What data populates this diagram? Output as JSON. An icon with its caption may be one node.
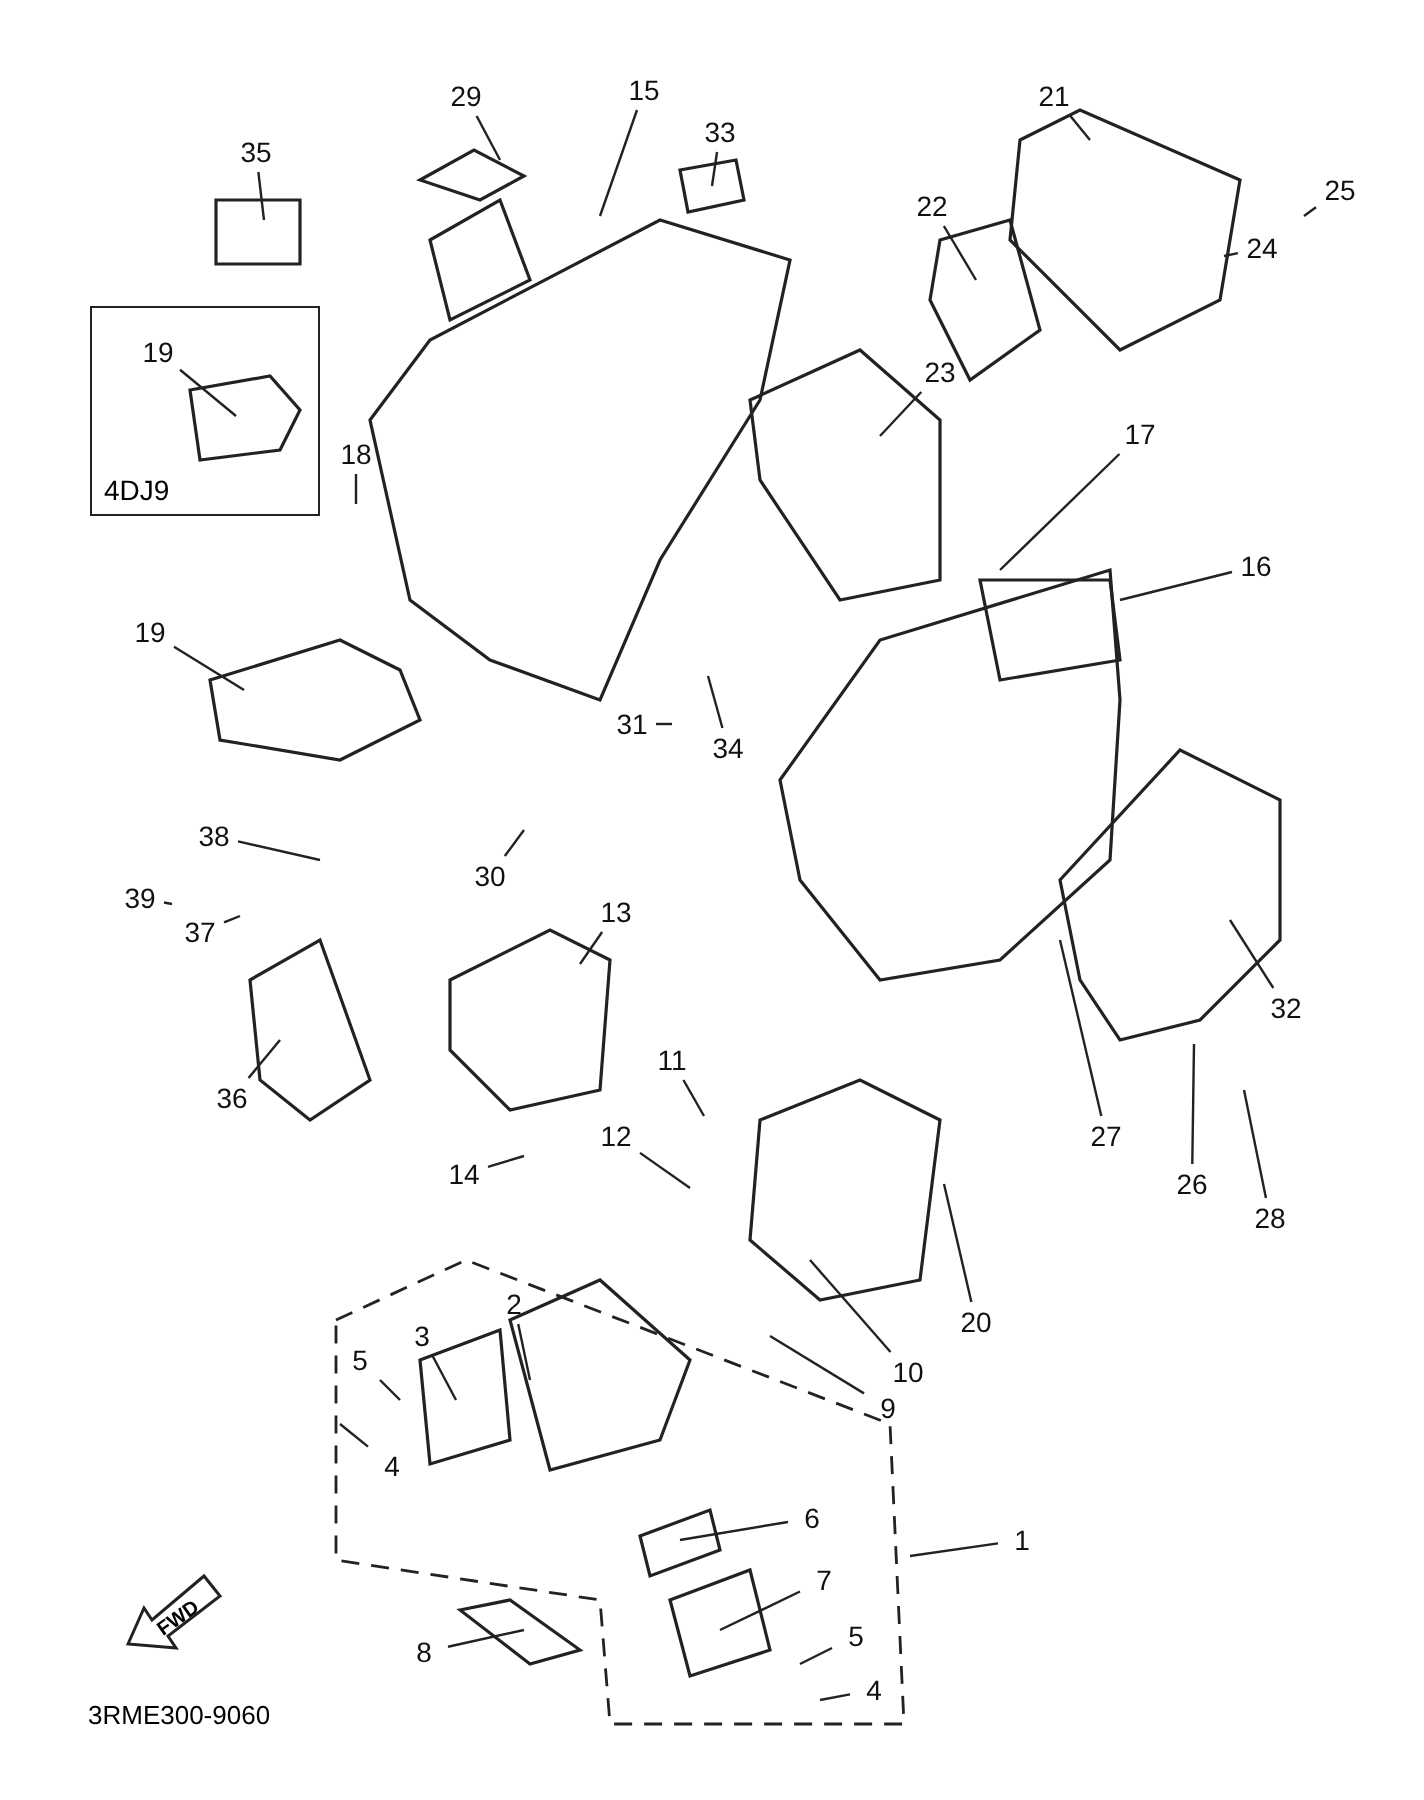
{
  "diagram": {
    "nodes": [
      {
        "text": [
          "29"
        ]
      },
      {
        "text": [
          "15"
        ]
      },
      {
        "text": [
          "33"
        ]
      },
      {
        "text": [
          "21"
        ]
      },
      {
        "text": [
          "35"
        ]
      },
      {
        "text": [
          "22"
        ]
      },
      {
        "text": [
          "25"
        ]
      },
      {
        "text": [
          "24"
        ]
      },
      {
        "text": [
          "4DJ9"
        ]
      },
      {
        "text": [
          "19"
        ],
        "in": 8
      },
      {
        "text": [
          "23"
        ]
      },
      {
        "text": [
          "18"
        ]
      },
      {
        "text": [
          "17"
        ]
      },
      {
        "text": [
          "16"
        ]
      },
      {
        "text": [
          "19"
        ]
      },
      {
        "text": [
          "31"
        ]
      },
      {
        "text": [
          "34"
        ]
      },
      {
        "text": [
          "38"
        ]
      },
      {
        "text": [
          "30"
        ]
      },
      {
        "text": [
          "39"
        ]
      },
      {
        "text": [
          "37"
        ]
      },
      {
        "text": [
          "13"
        ]
      },
      {
        "text": [
          "32"
        ]
      },
      {
        "text": [
          "36"
        ]
      },
      {
        "text": [
          "27"
        ]
      },
      {
        "text": [
          "11"
        ]
      },
      {
        "text": [
          "12"
        ]
      },
      {
        "text": [
          "14"
        ]
      },
      {
        "text": [
          "26"
        ]
      },
      {
        "text": [
          "28"
        ]
      },
      {
        "text": [
          "20"
        ]
      },
      {
        "text": [
          "10"
        ]
      },
      {
        "text": [],
        "shape": "box"
      },
      {
        "text": [
          "2"
        ],
        "in": 32
      },
      {
        "text": [
          "3"
        ],
        "in": 32
      },
      {
        "text": [
          "9"
        ]
      },
      {
        "text": [
          "5"
        ],
        "in": 32
      },
      {
        "text": [
          "4"
        ],
        "in": 32
      },
      {
        "text": [
          "1"
        ]
      },
      {
        "text": [
          "6"
        ],
        "in": 32
      },
      {
        "text": [
          "7"
        ],
        "in": 32
      },
      {
        "text": [
          "8"
        ],
        "in": 32
      },
      {
        "text": [
          "5"
        ],
        "in": 32
      },
      {
        "text": [
          "4"
        ],
        "in": 32
      }
    ],
    "edges": [
      {
        "from": 0,
        "to": null,
        "arrow": "none"
      },
      {
        "from": 1,
        "to": null,
        "arrow": "none"
      },
      {
        "from": 2,
        "to": null,
        "arrow": "none"
      },
      {
        "from": 3,
        "to": null,
        "arrow": "none"
      },
      {
        "from": 4,
        "to": null,
        "arrow": "none"
      },
      {
        "from": 5,
        "to": null,
        "arrow": "none"
      },
      {
        "from": 6,
        "to": null,
        "arrow": "none"
      },
      {
        "from": 7,
        "to": null,
        "arrow": "none"
      },
      {
        "from": 9,
        "to": null,
        "arrow": "none"
      },
      {
        "from": 10,
        "to": null,
        "arrow": "none"
      },
      {
        "from": 11,
        "to": null,
        "arrow": "none"
      },
      {
        "from": 12,
        "to": null,
        "arrow": "none"
      },
      {
        "from": 13,
        "to": null,
        "arrow": "none"
      },
      {
        "from": 14,
        "to": null,
        "arrow": "none"
      },
      {
        "from": 15,
        "to": null,
        "arrow": "none"
      },
      {
        "from": 16,
        "to": null,
        "arrow": "none"
      },
      {
        "from": 17,
        "to": null,
        "arrow": "none"
      },
      {
        "from": 18,
        "to": null,
        "arrow": "none"
      },
      {
        "from": 19,
        "to": null,
        "arrow": "none"
      },
      {
        "from": 20,
        "to": null,
        "arrow": "none"
      },
      {
        "from": 21,
        "to": null,
        "arrow": "none"
      },
      {
        "from": 22,
        "to": null,
        "arrow": "none"
      },
      {
        "from": 23,
        "to": null,
        "arrow": "none"
      },
      {
        "from": 24,
        "to": null,
        "arrow": "none"
      },
      {
        "from": 25,
        "to": null,
        "arrow": "none"
      },
      {
        "from": 26,
        "to": null,
        "arrow": "none"
      },
      {
        "from": 27,
        "to": null,
        "arrow": "none"
      },
      {
        "from": 28,
        "to": null,
        "arrow": "none"
      },
      {
        "from": 29,
        "to": null,
        "arrow": "none"
      },
      {
        "from": 30,
        "to": null,
        "arrow": "none"
      },
      {
        "from": 31,
        "to": null,
        "arrow": "none"
      },
      {
        "from": 33,
        "to": null,
        "arrow": "none"
      },
      {
        "from": 34,
        "to": null,
        "arrow": "none"
      },
      {
        "from": 35,
        "to": null,
        "arrow": "none"
      },
      {
        "from": 36,
        "to": null,
        "arrow": "none"
      },
      {
        "from": 37,
        "to": null,
        "arrow": "none"
      },
      {
        "from": 38,
        "to": 32,
        "arrow": "none"
      },
      {
        "from": 39,
        "to": null,
        "arrow": "none"
      },
      {
        "from": 40,
        "to": null,
        "arrow": "none"
      },
      {
        "from": 41,
        "to": null,
        "arrow": "none"
      },
      {
        "from": 42,
        "to": null,
        "arrow": "none"
      },
      {
        "from": 43,
        "to": null,
        "arrow": "none"
      }
    ],
    "labels": [
      "FWD",
      "3RME300-9060"
    ]
  }
}
